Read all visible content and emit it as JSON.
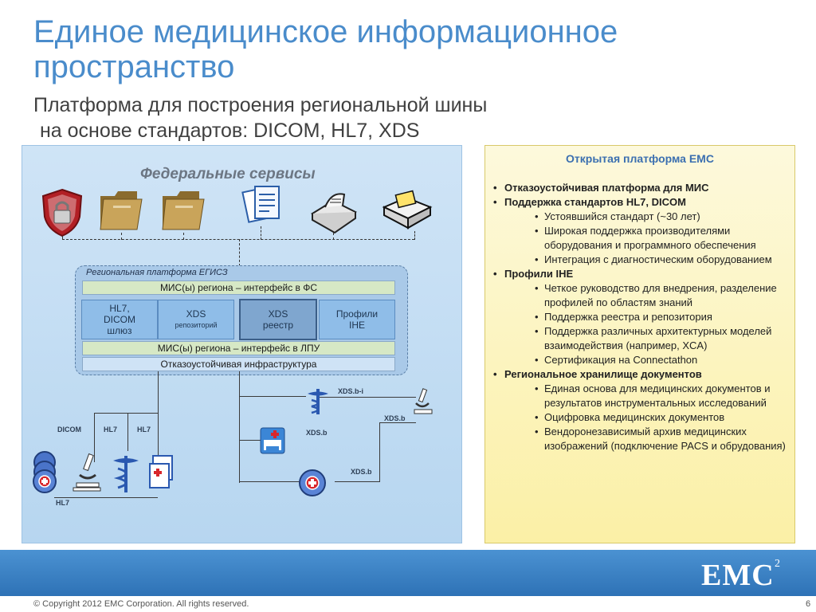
{
  "header": {
    "title": "Единое медицинское информационное пространство",
    "subtitle_line1": "Платформа для построения региональной шины",
    "subtitle_line2": "на основе стандартов: DICOM, HL7, XDS"
  },
  "diagram": {
    "federal_title": "Федеральные сервисы",
    "federal_icons": [
      "shield-lock-icon",
      "folder-icon",
      "folder-icon",
      "documents-icon",
      "fax-icon",
      "card-reader-icon"
    ],
    "regional": {
      "label": "Региональная платформа ЕГИСЗ",
      "top_bar": "МИС(ы) региона – интерфейс в ФС",
      "modules": [
        {
          "line1": "HL7,",
          "line2": "DICOM",
          "line3": "шлюз"
        },
        {
          "line1": "XDS",
          "line2": "репозиторий"
        },
        {
          "line1": "XDS",
          "line2": "реестр"
        },
        {
          "line1": "Профили",
          "line2": "IHE"
        }
      ],
      "lpu_bar": "МИС(ы) региона – интерфейс в ЛПУ",
      "infra_bar": "Отказоустойчивая инфраструктура"
    },
    "link_labels": {
      "dicom": "DICOM",
      "hl7_1": "HL7",
      "hl7_2": "HL7",
      "hl7_bottom": "HL7",
      "xds_bi": "XDS.b-i",
      "xds_b_1": "XDS.b",
      "xds_b_2": "XDS.b",
      "xds_b_3": "XDS.b"
    }
  },
  "info_panel": {
    "title": "Открытая платформа EMC",
    "items": [
      {
        "level": 1,
        "text": "Отказоустойчивая платформа для МИС"
      },
      {
        "level": 1,
        "text": "Поддержка стандартов HL7, DICOM"
      },
      {
        "level": 2,
        "text": "Устоявшийся стандарт (~30 лет)"
      },
      {
        "level": 2,
        "text": "Широкая поддержка производителями оборудования и программного обеспечения"
      },
      {
        "level": 2,
        "text": "Интеграция с диагностическим оборудованием"
      },
      {
        "level": 1,
        "text": "Профили IHE"
      },
      {
        "level": 2,
        "text": "Четкое руководство для внедрения, разделение профилей по областям знаний"
      },
      {
        "level": 2,
        "text": "Поддержка реестра и репозитория"
      },
      {
        "level": 2,
        "text": "Поддержка различных архитектурных моделей взаимодействия (например, XCA)"
      },
      {
        "level": 2,
        "text": "Сертификация на Connectathon"
      },
      {
        "level": 1,
        "text": "Региональное хранилище документов"
      },
      {
        "level": 2,
        "text": "Единая основа для медицинских документов и результатов инструментальных исследований"
      },
      {
        "level": 2,
        "text": "Оцифровка медицинских документов"
      },
      {
        "level": 2,
        "text": "Вендоронезависимый архив медицинских изображений (подключение PACS и обрудования)"
      }
    ]
  },
  "footer": {
    "logo": "EMC",
    "logo_sup": "2",
    "copyright": "© Copyright 2012 EMC Corporation. All rights reserved.",
    "page_number": "6"
  },
  "colors": {
    "title": "#4a8ccb",
    "band": "#3a82c4",
    "info_title": "#3b6fb0"
  }
}
